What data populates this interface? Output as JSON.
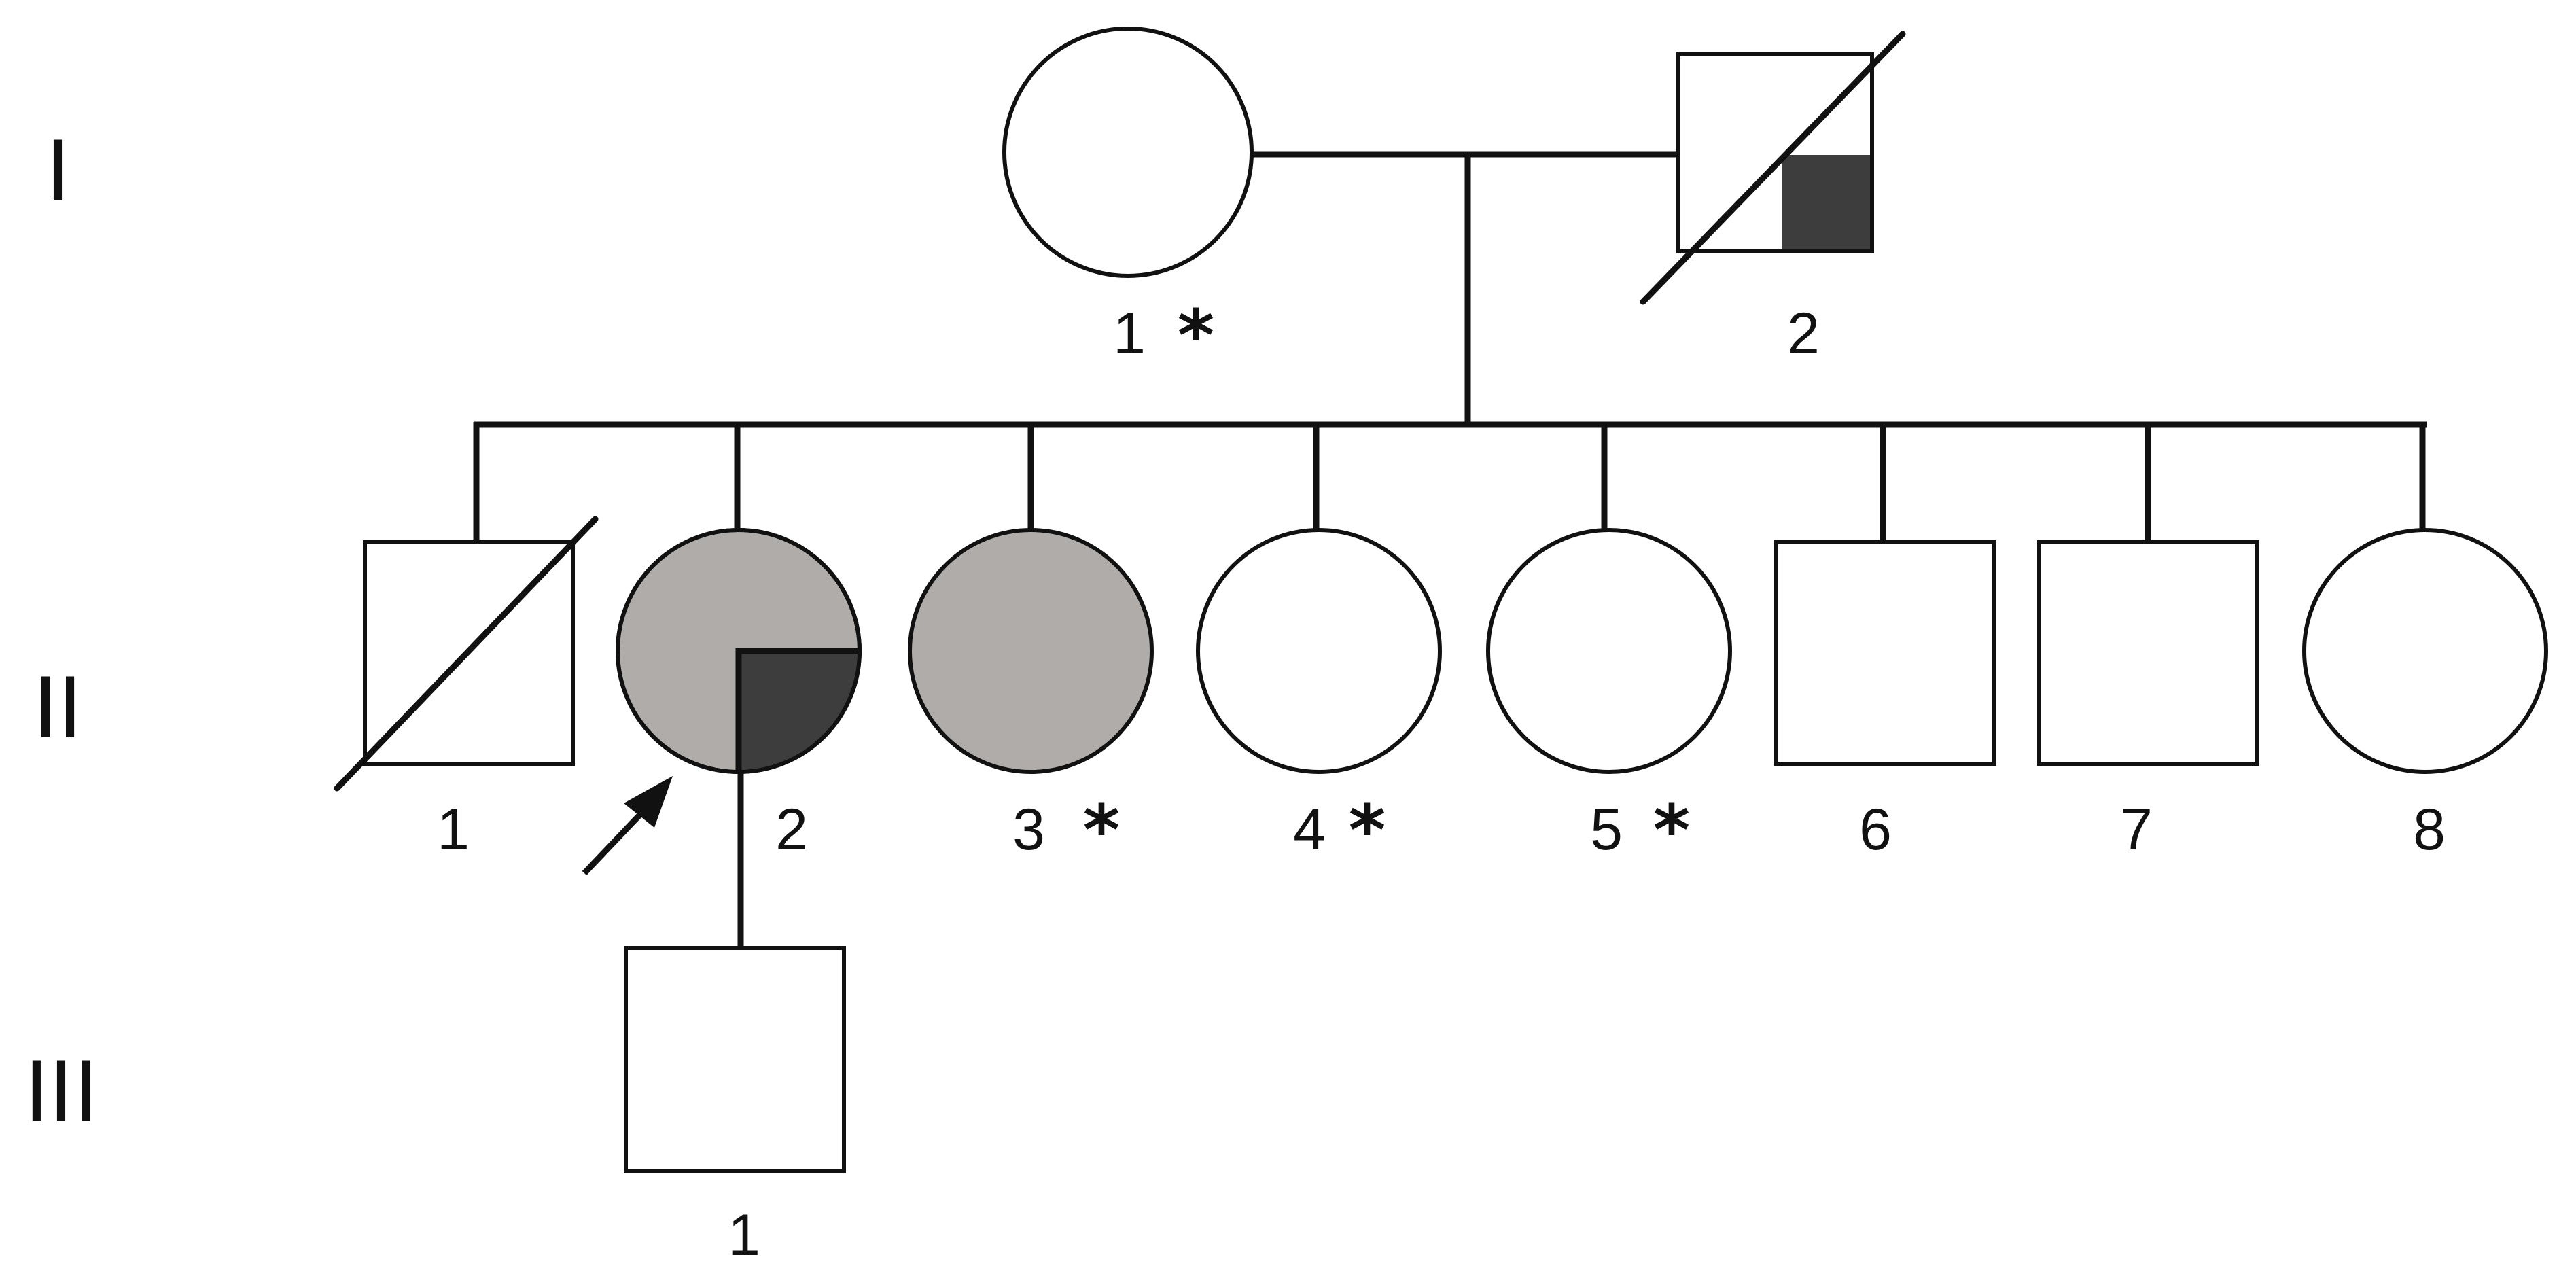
{
  "generations": [
    {
      "label": "I"
    },
    {
      "label": "II"
    },
    {
      "label": "III"
    }
  ],
  "individuals": {
    "I1": {
      "label": "1",
      "marker": "*",
      "sex": "female",
      "status": "unaffected"
    },
    "I2": {
      "label": "2",
      "marker": "",
      "sex": "male",
      "status": "quarter-affected",
      "deceased": true
    },
    "II1": {
      "label": "1",
      "marker": "",
      "sex": "male",
      "status": "unaffected",
      "deceased": true
    },
    "II2": {
      "label": "2",
      "marker": "",
      "sex": "female",
      "status": "affected-grey-with-quarter",
      "proband": true
    },
    "II3": {
      "label": "3",
      "marker": "*",
      "sex": "female",
      "status": "affected-grey"
    },
    "II4": {
      "label": "4",
      "marker": "*",
      "sex": "female",
      "status": "unaffected"
    },
    "II5": {
      "label": "5",
      "marker": "*",
      "sex": "female",
      "status": "unaffected"
    },
    "II6": {
      "label": "6",
      "marker": "",
      "sex": "male",
      "status": "unaffected"
    },
    "II7": {
      "label": "7",
      "marker": "",
      "sex": "male",
      "status": "unaffected"
    },
    "II8": {
      "label": "8",
      "marker": "",
      "sex": "female",
      "status": "unaffected"
    },
    "III1": {
      "label": "1",
      "marker": "",
      "sex": "male",
      "status": "unaffected"
    }
  },
  "colors": {
    "line": "#111111",
    "affected_grey": "#b0aca9",
    "affected_dark": "#3d3d3d",
    "unaffected": "#ffffff"
  }
}
